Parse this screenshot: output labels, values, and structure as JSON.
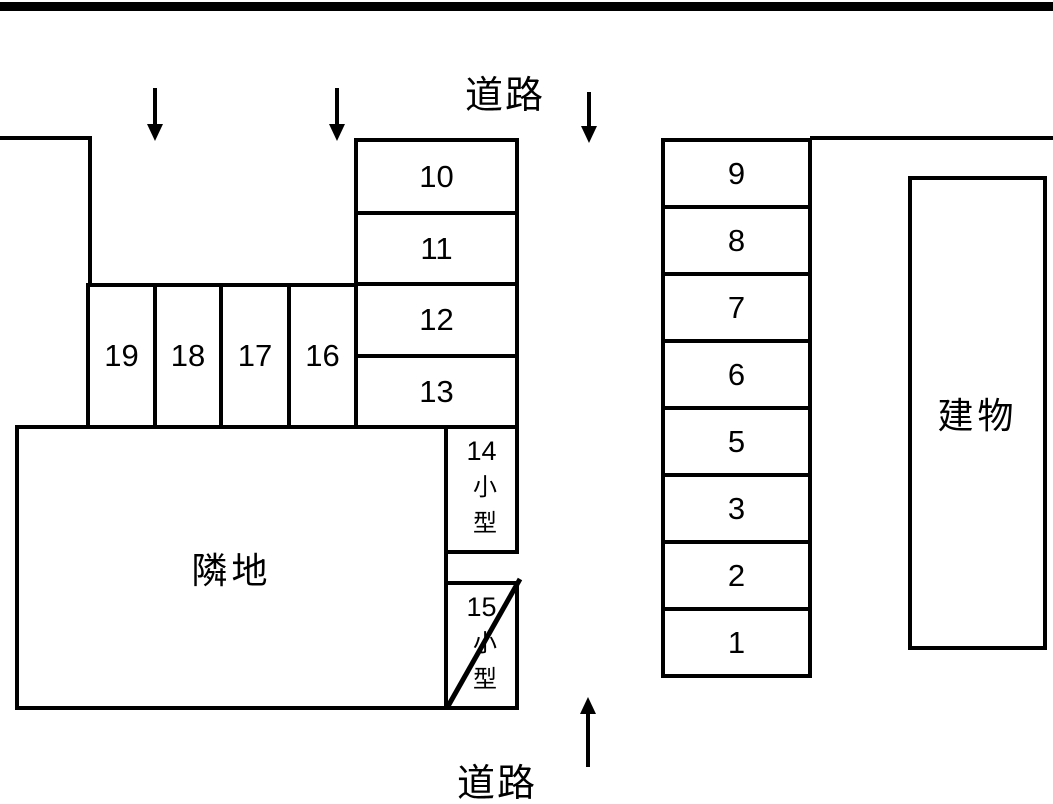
{
  "labels": {
    "road_top": "道路",
    "road_bottom": "道路",
    "adjacent_land": "隣地",
    "building": "建物"
  },
  "spaces": {
    "top_column": [
      "10",
      "11",
      "12",
      "13"
    ],
    "left_row": [
      "19",
      "18",
      "17",
      "16"
    ],
    "compact": [
      {
        "number": "14",
        "type": "小型",
        "crossed_out": false
      },
      {
        "number": "15",
        "type": "小型",
        "crossed_out": true
      }
    ],
    "right_column": [
      "9",
      "8",
      "7",
      "6",
      "5",
      "3",
      "2",
      "1"
    ]
  },
  "colors": {
    "line": "#000000",
    "background": "#ffffff"
  }
}
